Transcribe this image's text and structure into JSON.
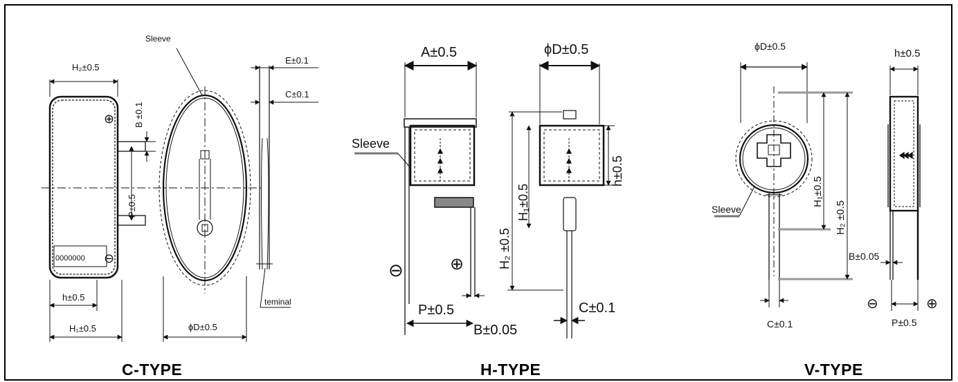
{
  "c_type": {
    "title": "C-TYPE",
    "dims": {
      "h2": "H₂±0.5",
      "b": "B ±0.1",
      "p": "P±0.5",
      "h": "h±0.5",
      "h1": "H₁±0.5",
      "sleeve": "Sleeve",
      "phi_d": "ϕD±0.5",
      "e": "E±0.1",
      "c": "C±0.1",
      "terminal": "teminal",
      "plus": "⊕",
      "minus": "⊖",
      "marking": "0000000"
    }
  },
  "h_type": {
    "title": "H-TYPE",
    "dims": {
      "a": "A±0.5",
      "phi_d": "ϕD±0.5",
      "sleeve": "Sleeve",
      "h2": "H₂ ±0.5",
      "h1": "H₁±0.5",
      "h": "h±0.5",
      "p": "P±0.5",
      "b": "B±0.05",
      "c": "C±0.1",
      "plus": "⊕",
      "minus": "⊖"
    }
  },
  "v_type": {
    "title": "V-TYPE",
    "dims": {
      "phi_d": "ϕD±0.5",
      "h": "h±0.5",
      "h1": "H₁±0.5",
      "h2": "H₂ ±0.5",
      "sleeve": "Sleeve",
      "b": "B±0.05",
      "c": "C±0.1",
      "p": "P±0.5",
      "plus": "⊕",
      "minus": "⊖"
    }
  }
}
